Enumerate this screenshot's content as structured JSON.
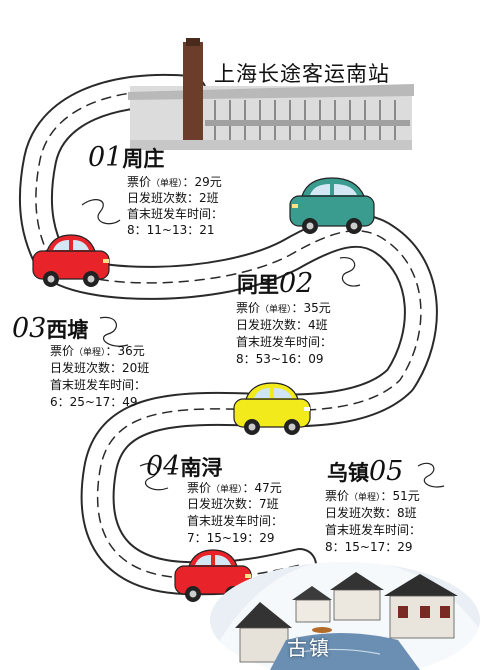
{
  "header": {
    "title": "上海长途客运南站"
  },
  "colors": {
    "road": "#2a2a2a",
    "red_car": "#e8242a",
    "teal_car": "#3a9c8f",
    "yellow_car": "#f2ea1a",
    "water": "#6a8fb3"
  },
  "stops": [
    {
      "number": "01",
      "name": "周庄",
      "fare_label": "票价",
      "fare_note": "（单程）",
      "fare": "：29元",
      "daily_label": "日发班次数：",
      "daily": "2班",
      "time_label": "首末班发车时间：",
      "time": "8：11~13：21"
    },
    {
      "number": "02",
      "name": "同里",
      "fare_label": "票价",
      "fare_note": "（单程）",
      "fare": "：35元",
      "daily_label": "日发班次数：",
      "daily": "4班",
      "time_label": "首末班发车时间：",
      "time": "8：53~16：09"
    },
    {
      "number": "03",
      "name": "西塘",
      "fare_label": "票价",
      "fare_note": "（单程）",
      "fare": "：36元",
      "daily_label": "日发班次数：",
      "daily": "20班",
      "time_label": "首末班发车时间：",
      "time": "6：25~17：49"
    },
    {
      "number": "04",
      "name": "南浔",
      "fare_label": "票价",
      "fare_note": "（单程）",
      "fare": "：47元",
      "daily_label": "日发班次数：",
      "daily": "7班",
      "time_label": "首末班发车时间：",
      "time": "7：15~19：29"
    },
    {
      "number": "05",
      "name": "乌镇",
      "fare_label": "票价",
      "fare_note": "（单程）",
      "fare": "：51元",
      "daily_label": "日发班次数：",
      "daily": "8班",
      "time_label": "首末班发车时间：",
      "time": "8：15~17：29"
    }
  ],
  "footer": {
    "label": "古镇"
  }
}
